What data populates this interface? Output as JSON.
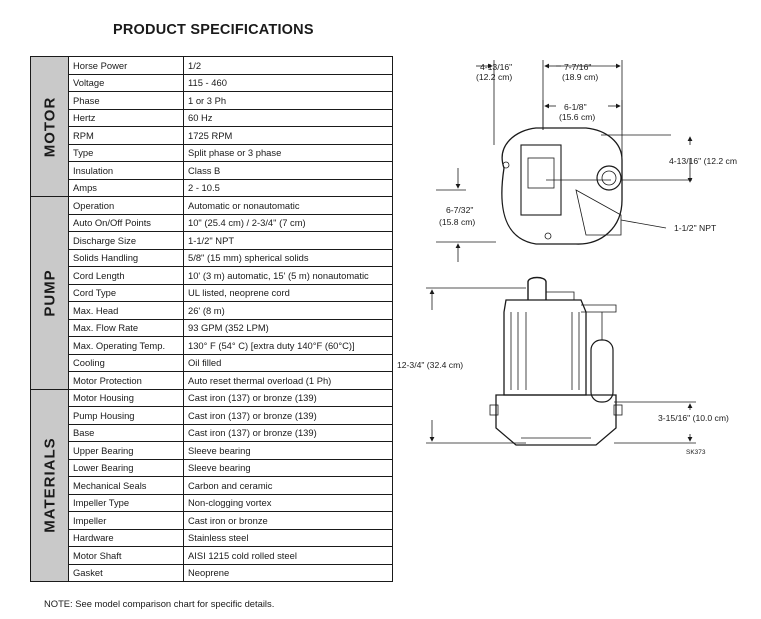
{
  "title": "PRODUCT SPECIFICATIONS",
  "sections": [
    {
      "name": "MOTOR",
      "rows": [
        {
          "label": "Horse Power",
          "value": "1/2"
        },
        {
          "label": "Voltage",
          "value": "115 - 460"
        },
        {
          "label": "Phase",
          "value": "1 or 3 Ph"
        },
        {
          "label": "Hertz",
          "value": "60 Hz"
        },
        {
          "label": "RPM",
          "value": "1725 RPM"
        },
        {
          "label": "Type",
          "value": "Split phase or 3 phase"
        },
        {
          "label": "Insulation",
          "value": "Class B"
        },
        {
          "label": "Amps",
          "value": "2 - 10.5"
        }
      ]
    },
    {
      "name": "PUMP",
      "rows": [
        {
          "label": "Operation",
          "value": "Automatic or nonautomatic"
        },
        {
          "label": "Auto On/Off Points",
          "value": "10\" (25.4 cm) / 2-3/4\" (7 cm)"
        },
        {
          "label": "Discharge Size",
          "value": "1-1/2\" NPT"
        },
        {
          "label": "Solids Handling",
          "value": "5/8\" (15 mm) spherical solids"
        },
        {
          "label": "Cord Length",
          "value": "10' (3 m) automatic, 15' (5 m) nonautomatic"
        },
        {
          "label": "Cord Type",
          "value": "UL listed, neoprene cord"
        },
        {
          "label": "Max. Head",
          "value": "26' (8 m)"
        },
        {
          "label": "Max. Flow Rate",
          "value": "93 GPM (352 LPM)"
        },
        {
          "label": "Max. Operating Temp.",
          "value": "130° F (54° C) [extra duty 140°F (60°C)]"
        },
        {
          "label": "Cooling",
          "value": "Oil filled"
        },
        {
          "label": "Motor Protection",
          "value": "Auto reset thermal overload (1 Ph)"
        }
      ]
    },
    {
      "name": "MATERIALS",
      "rows": [
        {
          "label": "Motor Housing",
          "value": "Cast iron (137) or bronze (139)"
        },
        {
          "label": "Pump Housing",
          "value": "Cast iron (137) or bronze (139)"
        },
        {
          "label": "Base",
          "value": "Cast iron (137) or bronze (139)"
        },
        {
          "label": "Upper Bearing",
          "value": "Sleeve bearing"
        },
        {
          "label": "Lower Bearing",
          "value": "Sleeve bearing"
        },
        {
          "label": "Mechanical Seals",
          "value": "Carbon and ceramic"
        },
        {
          "label": "Impeller Type",
          "value": "Non-clogging vortex"
        },
        {
          "label": "Impeller",
          "value": "Cast iron or bronze"
        },
        {
          "label": "Hardware",
          "value": "Stainless steel"
        },
        {
          "label": "Motor Shaft",
          "value": "AISI 1215 cold rolled steel"
        },
        {
          "label": "Gasket",
          "value": "Neoprene"
        }
      ]
    }
  ],
  "drawing": {
    "dim_top_left": "4-13/16\"",
    "dim_top_left_cm": "(12.2 cm)",
    "dim_top_right": "7-7/16\"",
    "dim_top_right_cm": "(18.9 cm)",
    "dim_mid": "6-1/8\"",
    "dim_mid_cm": "(15.6 cm)",
    "dim_right": "4-13/16\" (12.2 cm",
    "dim_left": "6-7/32\"",
    "dim_left_cm": "(15.8 cm)",
    "discharge": "1-1/2\" NPT",
    "height": "12-3/4\" (32.4 cm)",
    "base_height": "3-15/16\" (10.0 cm)",
    "code": "SK373"
  },
  "note": "NOTE: See model comparison chart for specific details."
}
